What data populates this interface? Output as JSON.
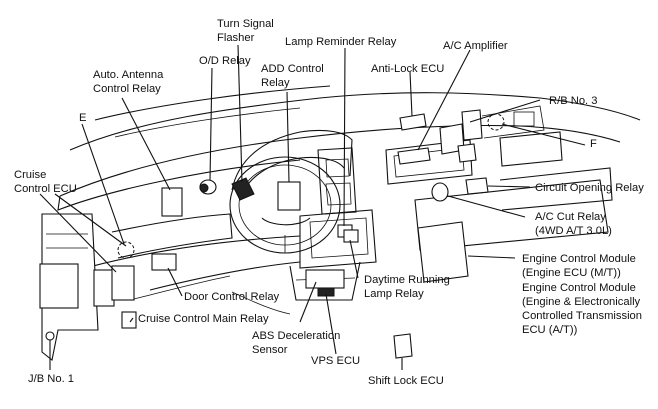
{
  "labels": {
    "turn_signal_1": "Turn Signal",
    "turn_signal_2": "Flasher",
    "lamp_reminder": "Lamp Reminder Relay",
    "ac_amplifier": "A/C Amplifier",
    "od_relay": "O/D Relay",
    "add_control_1": "ADD Control",
    "add_control_2": "Relay",
    "anti_lock": "Anti-Lock ECU",
    "auto_antenna_1": "Auto. Antenna",
    "auto_antenna_2": "Control Relay",
    "rb_no3": "R/B No. 3",
    "e": "E",
    "f": "F",
    "cruise_ecu_1": "Cruise",
    "cruise_ecu_2": "Control ECU",
    "circuit_opening": "Circuit Opening Relay",
    "ac_cut_1": "A/C Cut Relay",
    "ac_cut_2": "(4WD A/T  3.0L)",
    "ecm_1": "Engine Control Module",
    "ecm_2": "(Engine ECU (M/T))",
    "ecm_3": "Engine Control Module",
    "ecm_4": "(Engine & Electronically",
    "ecm_5": "Controlled Transmission",
    "ecm_6": "ECU (A/T))",
    "door_control": "Door Control Relay",
    "drl_1": "Daytime Running",
    "drl_2": "Lamp Relay",
    "cruise_main": "Cruise Control Main Relay",
    "abs_1": "ABS Deceleration",
    "abs_2": "Sensor",
    "vps": "VPS ECU",
    "jb_no1": "J/B No. 1",
    "shift_lock": "Shift Lock ECU"
  }
}
